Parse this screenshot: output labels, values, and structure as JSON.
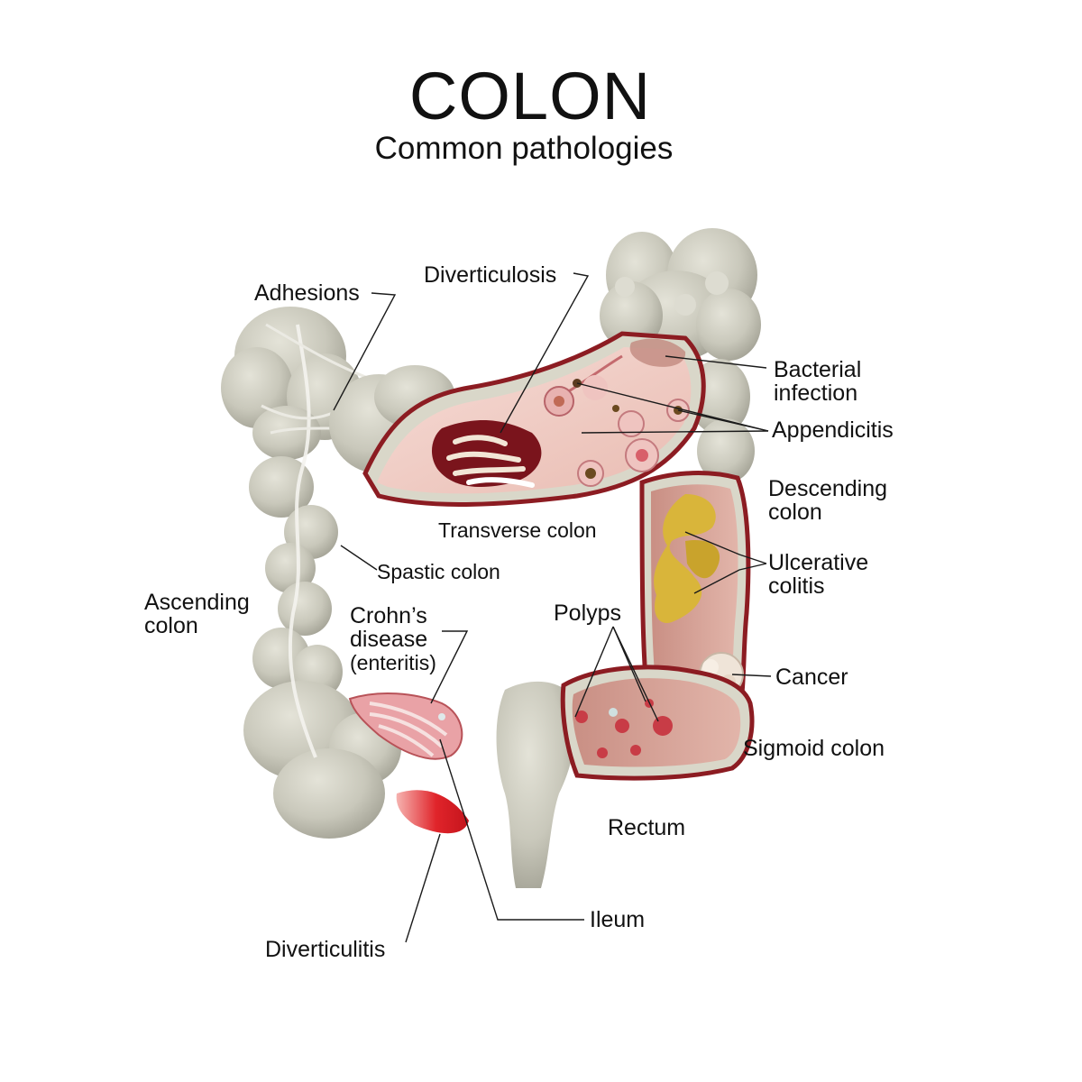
{
  "title": "COLON",
  "subtitle": "Common pathologies",
  "colors": {
    "organ": "#c9c8bb",
    "organ_shadow": "#9e9d90",
    "mucosa": "#f2cfc8",
    "muscle_wall": "#8c1c22",
    "ulcer": "#d9b53a",
    "diverticulitis_tip": "#e0242a",
    "leader_line": "#1a1a1a"
  },
  "labels": {
    "adhesions": "Adhesions",
    "diverticulosis": "Diverticulosis",
    "bacterial_infection": [
      "Bacterial",
      "infection"
    ],
    "appendicitis": "Appendicitis",
    "descending_colon": [
      "Descending",
      "colon"
    ],
    "transverse_colon": "Transverse colon",
    "spastic_colon": "Spastic colon",
    "ulcerative_colitis": [
      "Ulcerative",
      "colitis"
    ],
    "ascending_colon": [
      "Ascending",
      "colon"
    ],
    "crohns_disease": [
      "Crohn’s",
      "disease",
      "(enteritis)"
    ],
    "polyps": "Polyps",
    "cancer": "Cancer",
    "sigmoid_colon": "Sigmoid colon",
    "rectum": "Rectum",
    "ileum": "Ileum",
    "diverticulitis": "Diverticulitis"
  }
}
